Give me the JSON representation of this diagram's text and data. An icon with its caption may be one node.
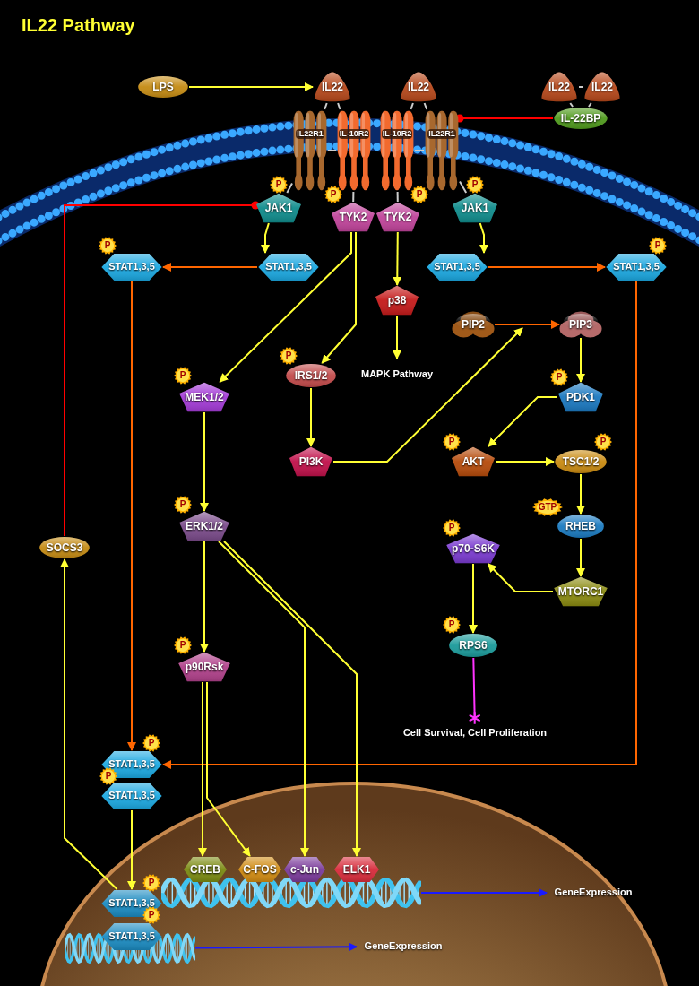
{
  "diagram": {
    "title": "IL22 Pathway",
    "nodes": [
      {
        "text": [
          "LPS"
        ]
      },
      {
        "text": [
          "IL22"
        ]
      },
      {
        "text": [
          "IL22"
        ]
      },
      {
        "text": [
          "IL22"
        ]
      },
      {
        "text": [
          "IL22"
        ]
      },
      {
        "text": [
          "IL-22BP"
        ]
      },
      {
        "text": [
          "IL22R1"
        ]
      },
      {
        "text": [
          "IL-10R2"
        ]
      },
      {
        "text": [
          "IL-10R2"
        ]
      },
      {
        "text": [
          "IL22R1"
        ]
      },
      {
        "text": [
          "JAK1"
        ],
        "beside": [
          "P"
        ]
      },
      {
        "text": [
          "TYK2"
        ],
        "beside": [
          "P"
        ]
      },
      {
        "text": [
          "TYK2"
        ],
        "beside": [
          "P"
        ]
      },
      {
        "text": [
          "JAK1"
        ],
        "beside": [
          "P"
        ]
      },
      {
        "text": [
          "STAT1,3,5"
        ],
        "beside": [
          "P"
        ]
      },
      {
        "text": [
          "STAT1,3,5"
        ]
      },
      {
        "text": [
          "STAT1,3,5"
        ]
      },
      {
        "text": [
          "STAT1,3,5"
        ],
        "beside": [
          "P"
        ]
      },
      {
        "text": [
          "p38"
        ]
      },
      {
        "text": [
          "MAPK Pathway"
        ]
      },
      {
        "text": [
          "PIP2"
        ]
      },
      {
        "text": [
          "PIP3"
        ]
      },
      {
        "text": [
          "IRS1/2"
        ],
        "beside": [
          "P"
        ]
      },
      {
        "text": [
          "MEK1/2"
        ],
        "beside": [
          "P"
        ]
      },
      {
        "text": [
          "PDK1"
        ],
        "beside": [
          "P"
        ]
      },
      {
        "text": [
          "PI3K"
        ]
      },
      {
        "text": [
          "AKT"
        ],
        "beside": [
          "P"
        ]
      },
      {
        "text": [
          "TSC1/2"
        ],
        "beside": [
          "P"
        ]
      },
      {
        "text": [
          "ERK1/2"
        ],
        "beside": [
          "P"
        ]
      },
      {
        "text": [
          "RHEB"
        ],
        "beside": [
          "GTP"
        ]
      },
      {
        "text": [
          "SOCS3"
        ]
      },
      {
        "text": [
          "p70-S6K"
        ],
        "beside": [
          "P"
        ]
      },
      {
        "text": [
          "MTORC1"
        ]
      },
      {
        "text": [
          "RPS6"
        ],
        "beside": [
          "P"
        ]
      },
      {
        "text": [
          "p90Rsk"
        ],
        "beside": [
          "P"
        ]
      },
      {
        "text": [
          "Cell Survival, Cell Proliferation"
        ]
      },
      {
        "text": [
          "STAT1,3,5"
        ],
        "beside": [
          "P"
        ]
      },
      {
        "text": [
          "STAT1,3,5"
        ],
        "beside": [
          "P"
        ]
      },
      {
        "text": [
          "CREB"
        ]
      },
      {
        "text": [
          "C-FOS"
        ]
      },
      {
        "text": [
          "c-Jun"
        ]
      },
      {
        "text": [
          "ELK1"
        ]
      },
      {
        "text": [
          "STAT1,3,5"
        ],
        "beside": [
          "P"
        ]
      },
      {
        "text": [
          "STAT1,3,5"
        ],
        "beside": [
          "P"
        ]
      },
      {
        "text": [],
        "shape": "picture"
      },
      {
        "text": [
          "GeneExpression"
        ]
      },
      {
        "text": [],
        "shape": "picture"
      },
      {
        "text": [
          "GeneExpression"
        ]
      }
    ],
    "edges": [
      {
        "from": 0,
        "to": 1,
        "arrow": "to"
      },
      {
        "from": 1,
        "to": 6,
        "arrow": "none",
        "color": "#cccccc"
      },
      {
        "from": 1,
        "to": 7,
        "arrow": "none",
        "color": "#cccccc"
      },
      {
        "from": 2,
        "to": 8,
        "arrow": "none",
        "color": "#cccccc"
      },
      {
        "from": 2,
        "to": 9,
        "arrow": "none",
        "color": "#cccccc"
      },
      {
        "from": 3,
        "to": 4,
        "arrow": "none",
        "color": "#cccccc"
      },
      {
        "from": 3,
        "to": 5,
        "arrow": "none",
        "color": "#cccccc"
      },
      {
        "from": 4,
        "to": 5,
        "arrow": "none",
        "color": "#cccccc"
      },
      {
        "from": 6,
        "to": 7,
        "arrow": "none",
        "color": "#cccccc"
      },
      {
        "from": 8,
        "to": 9,
        "arrow": "none",
        "color": "#cccccc"
      },
      {
        "from": 6,
        "to": 10,
        "arrow": "none",
        "color": "#cccccc"
      },
      {
        "from": 7,
        "to": 11,
        "arrow": "none",
        "color": "#cccccc"
      },
      {
        "from": 8,
        "to": 12,
        "arrow": "none",
        "color": "#cccccc"
      },
      {
        "from": 9,
        "to": 13,
        "arrow": "none",
        "color": "#cccccc"
      },
      {
        "from": 5,
        "to": 9,
        "arrow": "other",
        "color": "#ff0000"
      },
      {
        "from": 30,
        "to": 10,
        "arrow": "other",
        "color": "#ff0000"
      },
      {
        "from": 10,
        "to": 15,
        "arrow": "to"
      },
      {
        "from": 15,
        "to": 14,
        "arrow": "to",
        "color": "#ff6600"
      },
      {
        "from": 13,
        "to": 16,
        "arrow": "to"
      },
      {
        "from": 16,
        "to": 17,
        "arrow": "to",
        "color": "#ff6600"
      },
      {
        "from": 14,
        "to": 36,
        "arrow": "to",
        "color": "#ff6600"
      },
      {
        "from": 17,
        "to": 36,
        "arrow": "to",
        "color": "#ff6600"
      },
      {
        "from": 11,
        "to": 23,
        "arrow": "to"
      },
      {
        "from": 11,
        "to": 22,
        "arrow": "to"
      },
      {
        "from": 12,
        "to": 18,
        "arrow": "to"
      },
      {
        "from": 18,
        "to": 19,
        "arrow": "to"
      },
      {
        "from": 22,
        "to": 25,
        "arrow": "to"
      },
      {
        "from": 25,
        "to": null,
        "arrow": "to"
      },
      {
        "from": 20,
        "to": 21,
        "arrow": "to",
        "color": "#ff6600"
      },
      {
        "from": 21,
        "to": 24,
        "arrow": "to"
      },
      {
        "from": 24,
        "to": 26,
        "arrow": "to"
      },
      {
        "from": 26,
        "to": 27,
        "arrow": "to"
      },
      {
        "from": 27,
        "to": 29,
        "arrow": "to"
      },
      {
        "from": 29,
        "to": 32,
        "arrow": "to"
      },
      {
        "from": 32,
        "to": 31,
        "arrow": "to"
      },
      {
        "from": 31,
        "to": 33,
        "arrow": "to"
      },
      {
        "from": 33,
        "to": 35,
        "arrow": "to",
        "color": "#ff33ff"
      },
      {
        "from": 23,
        "to": 28,
        "arrow": "to"
      },
      {
        "from": 28,
        "to": 34,
        "arrow": "to"
      },
      {
        "from": 28,
        "to": 40,
        "arrow": "to"
      },
      {
        "from": 28,
        "to": 41,
        "arrow": "to"
      },
      {
        "from": 34,
        "to": 38,
        "arrow": "to"
      },
      {
        "from": 34,
        "to": 39,
        "arrow": "to"
      },
      {
        "from": 37,
        "to": 42,
        "arrow": "to"
      },
      {
        "from": 42,
        "to": 30,
        "arrow": "to"
      },
      {
        "from": 44,
        "to": 45,
        "arrow": "to",
        "color": "#1a1aff"
      },
      {
        "from": 46,
        "to": 47,
        "arrow": "to",
        "color": "#1a1aff"
      }
    ]
  }
}
